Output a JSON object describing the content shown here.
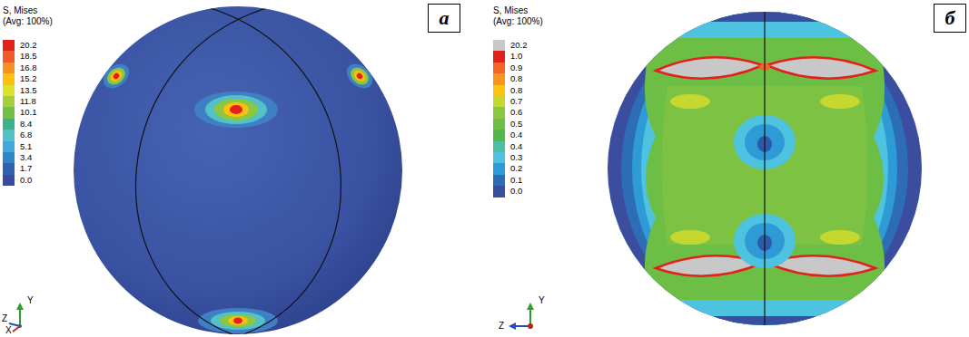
{
  "diagram": {
    "nodes": [
      {
        "text": [
          "а"
        ]
      },
      {
        "text": [
          "б"
        ]
      }
    ],
    "labels": [
      "S, Mises",
      "(Avg: 100%)",
      "S, Mises",
      "(Avg: 100%)",
      "Y",
      "Z",
      "X",
      "Y",
      "Z"
    ],
    "legend": [
      {
        "text": "20.2",
        "color": "#e3211c"
      },
      {
        "text": "18.5",
        "color": "#f0592a"
      },
      {
        "text": "16.8",
        "color": "#f6921e"
      },
      {
        "text": "15.2",
        "color": "#fcc010"
      },
      {
        "text": "13.5",
        "color": "#dfe12b"
      },
      {
        "text": "11.8",
        "color": "#a6ce39"
      },
      {
        "text": "10.1",
        "color": "#72bf44"
      },
      {
        "text": "8.4",
        "color": "#3fb08f"
      },
      {
        "text": "6.8",
        "color": "#53c1c6"
      },
      {
        "text": "5.1",
        "color": "#3fa9dd"
      },
      {
        "text": "3.4",
        "color": "#2e86c6"
      },
      {
        "text": "1.7",
        "color": "#3162ad"
      },
      {
        "text": "0.0",
        "color": "#3b4a9c"
      },
      {
        "text": "20.2",
        "color": "#c8c8c8"
      },
      {
        "text": "1.0",
        "color": "#e3211c"
      },
      {
        "text": "0.9",
        "color": "#f26522"
      },
      {
        "text": "0.8",
        "color": "#f7941d"
      },
      {
        "text": "0.8",
        "color": "#ffc20e"
      },
      {
        "text": "0.7",
        "color": "#c6d82f"
      },
      {
        "text": "0.6",
        "color": "#8dc63f"
      },
      {
        "text": "0.5",
        "color": "#6cbe45"
      },
      {
        "text": "0.4",
        "color": "#53b848"
      },
      {
        "text": "0.4",
        "color": "#4dbfa5"
      },
      {
        "text": "0.3",
        "color": "#4ec3e0"
      },
      {
        "text": "0.2",
        "color": "#2e9bd6"
      },
      {
        "text": "0.1",
        "color": "#2d6db5"
      },
      {
        "text": "0.0",
        "color": "#3a4d9f"
      }
    ]
  }
}
